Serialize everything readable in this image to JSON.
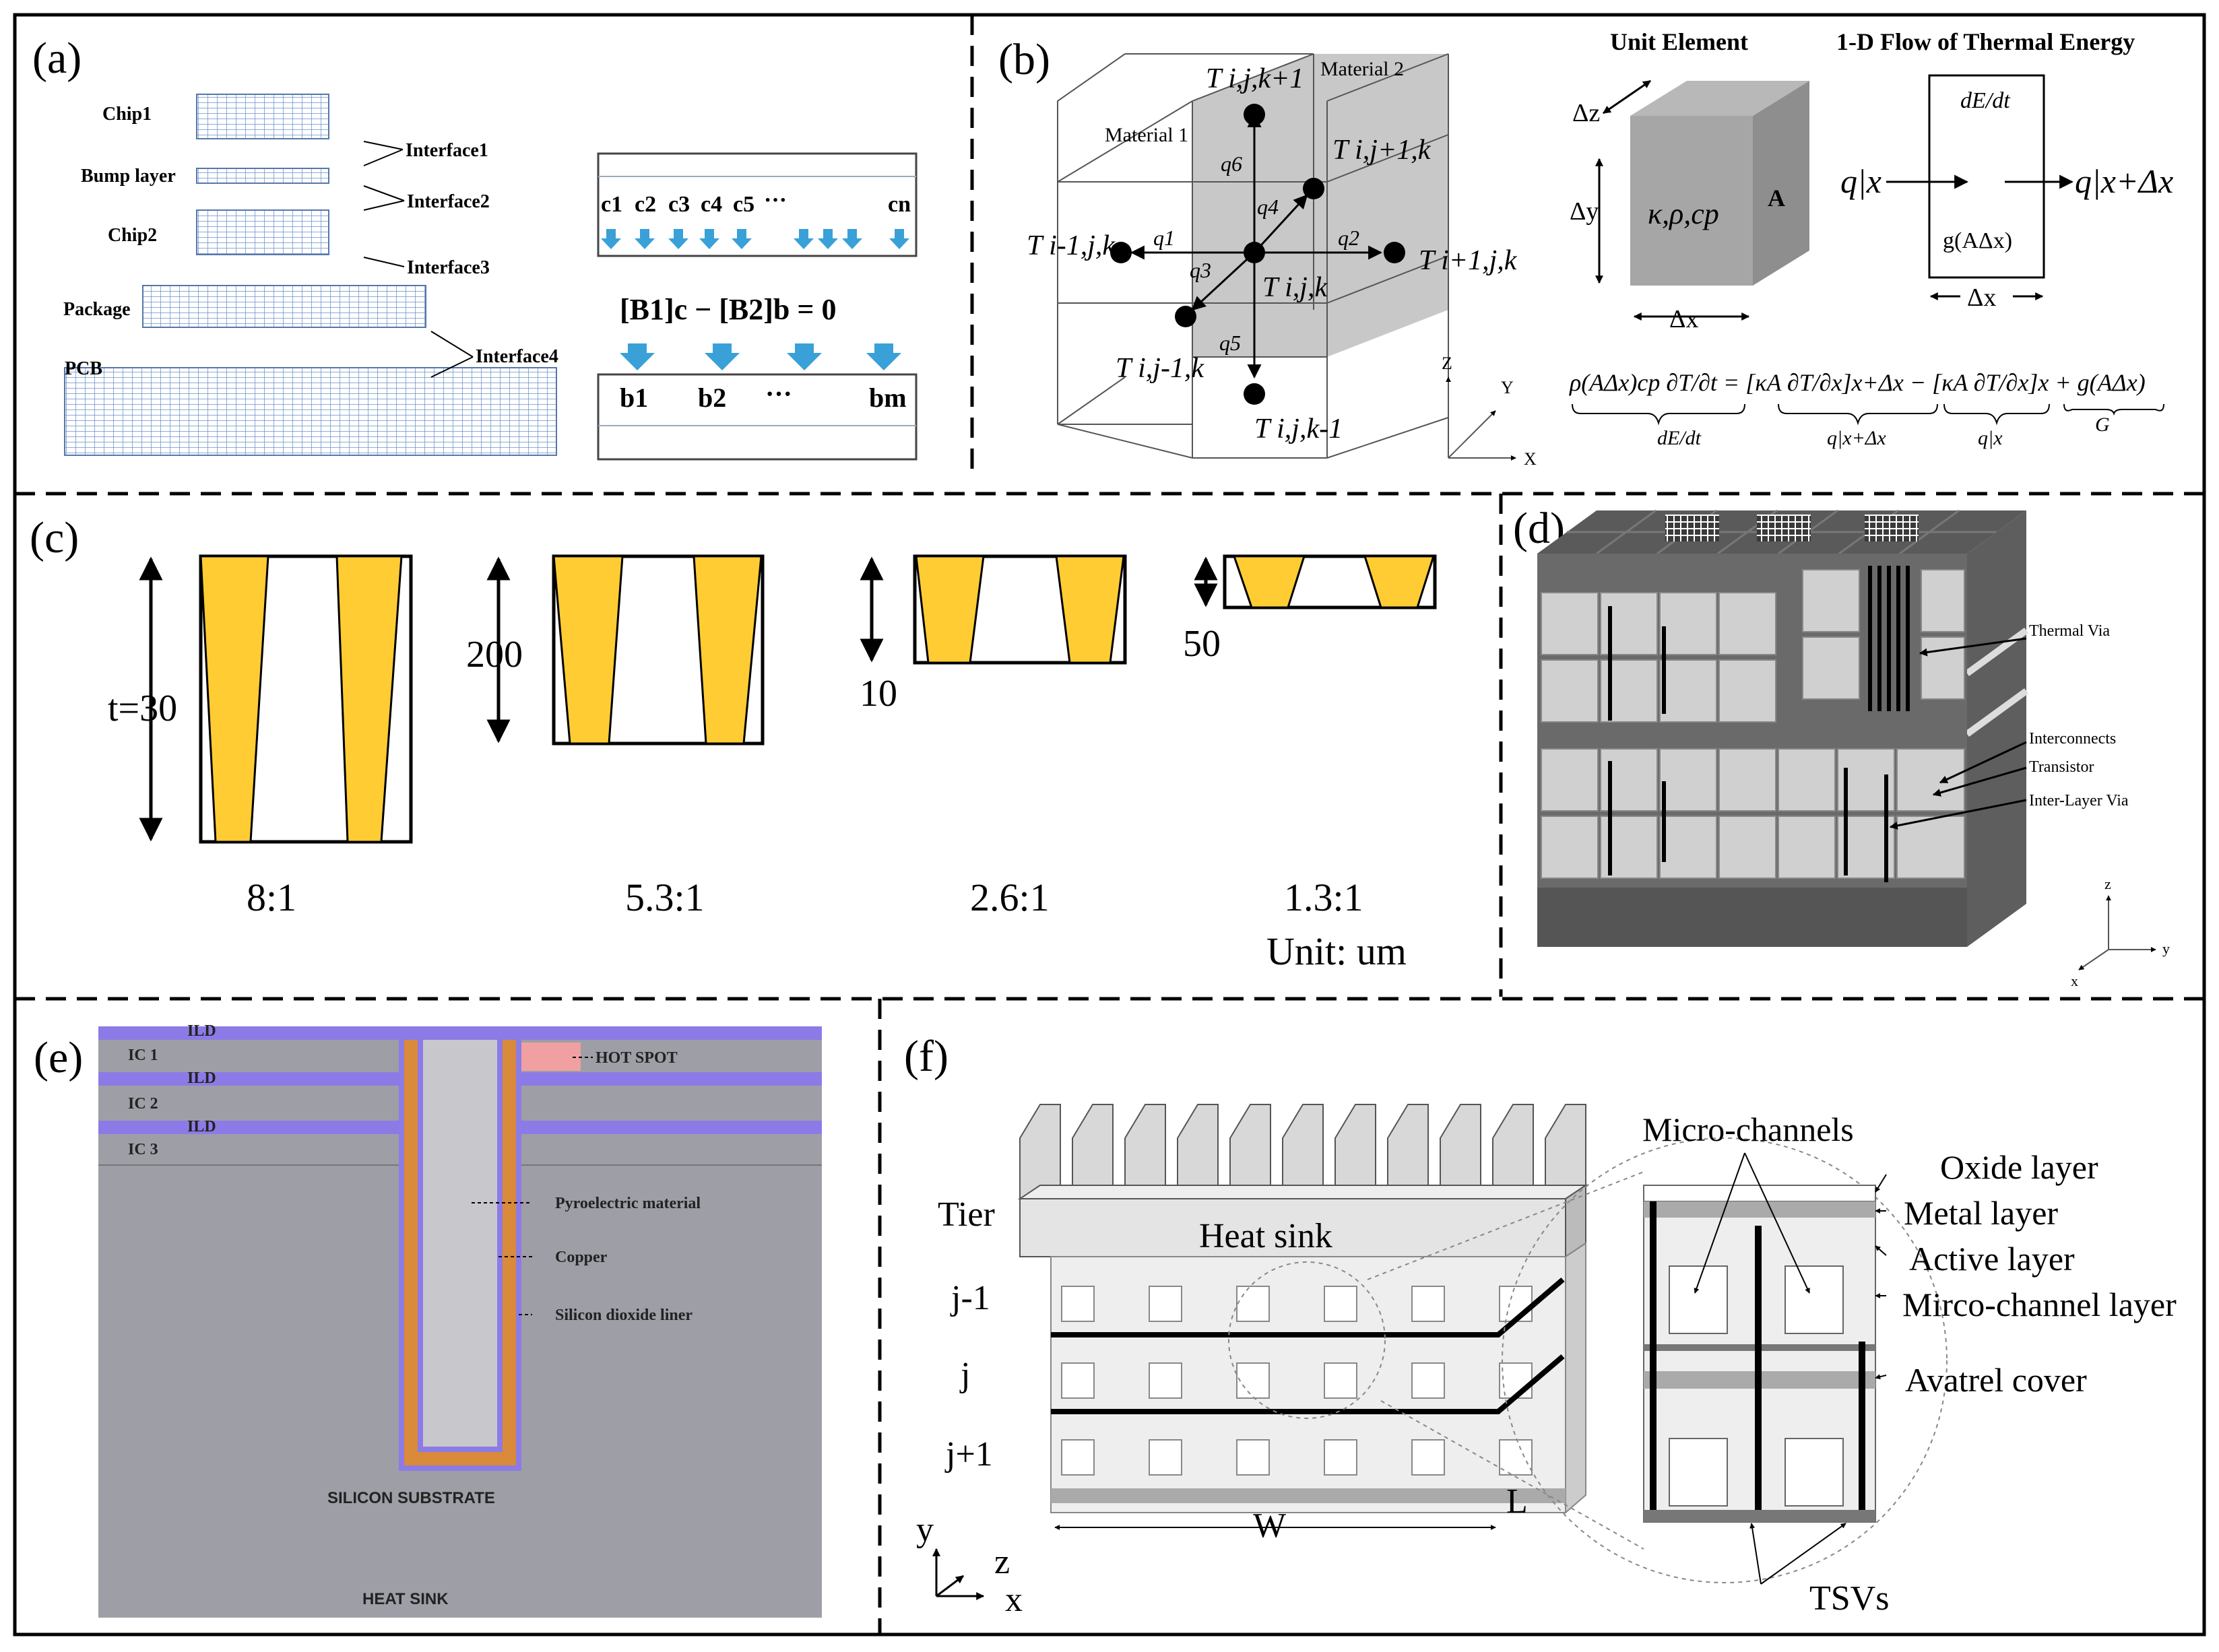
{
  "panels": {
    "a": {
      "label": "(a)",
      "layers": [
        "Chip1",
        "Bump layer",
        "Chip2",
        "Package",
        "PCB"
      ],
      "interfaces": [
        "Interface1",
        "Interface2",
        "Interface3",
        "Interface4"
      ],
      "c_labels": [
        "c1",
        "c2",
        "c3",
        "c4",
        "c5",
        "···",
        "cn"
      ],
      "equation": "[B1]c − [B2]b = 0",
      "b_labels": [
        "b1",
        "b2",
        "···",
        "bm"
      ]
    },
    "b": {
      "label": "(b)",
      "materials": [
        "Material 1",
        "Material 2"
      ],
      "nodes": [
        "T i,j,k+1",
        "T i,j+1,k",
        "T i-1,j,k",
        "T i,j,k",
        "T i+1,j,k",
        "T i,j-1,k",
        "T i,j,k-1"
      ],
      "fluxes": [
        "q6",
        "q4",
        "q1",
        "q2",
        "q3",
        "q5"
      ],
      "axes": [
        "Z",
        "Y",
        "X"
      ],
      "unit_element_title": "Unit Element",
      "flow_title": "1-D Flow of Thermal Energy",
      "dims": [
        "Δz",
        "Δy",
        "Δx"
      ],
      "props": "κ,ρ,cp",
      "area": "A",
      "flow": {
        "dEdt": "dE/dt",
        "q_in": "q|x",
        "q_out": "q|x+Δx",
        "gen": "g(AΔx)",
        "dx": "Δx"
      },
      "equation": "ρ(AΔx)cp ∂T/∂t = [κA ∂T/∂x]x+Δx − [κA ∂T/∂x]x + g(AΔx)",
      "equation_terms": [
        "dE/dt",
        "q|x+Δx",
        "q|x",
        "G"
      ]
    },
    "c": {
      "label": "(c)",
      "heights": [
        "t=30",
        "200",
        "10",
        "50"
      ],
      "ratios": [
        "8:1",
        "5.3:1",
        "2.6:1",
        "1.3:1"
      ],
      "unit": "Unit: um",
      "via_color": "#FFCC33"
    },
    "d": {
      "label": "(d)",
      "callouts": [
        "Thermal Via",
        "Interconnects",
        "Transistor",
        "Inter-Layer Via"
      ],
      "axes": [
        "z",
        "y",
        "x"
      ]
    },
    "e": {
      "label": "(e)",
      "layers": [
        "ILD",
        "IC 1",
        "ILD",
        "IC 2",
        "ILD",
        "IC 3"
      ],
      "callouts": [
        "HOT SPOT",
        "Pyroelectric material",
        "Copper",
        "Silicon dioxide liner"
      ],
      "substrate": "SILICON SUBSTRATE",
      "sink": "HEAT SINK",
      "colors": {
        "ild": "#8C7BE6",
        "bg": "#9E9EA6",
        "copper": "#D98A3A",
        "pyro": "#C8C8CC",
        "hotspot": "#F0A0A0"
      }
    },
    "f": {
      "label": "(f)",
      "left_labels": [
        "Tier",
        "j-1",
        "j",
        "j+1"
      ],
      "heat_sink": "Heat sink",
      "dims": [
        "W",
        "L"
      ],
      "axes": [
        "y",
        "z",
        "x"
      ],
      "top_callout": "Micro-channels",
      "right_labels": [
        "Oxide layer",
        "Metal layer",
        "Active layer",
        "Mirco-channel layer",
        "Avatrel cover"
      ],
      "bottom_callout": "TSVs"
    }
  }
}
